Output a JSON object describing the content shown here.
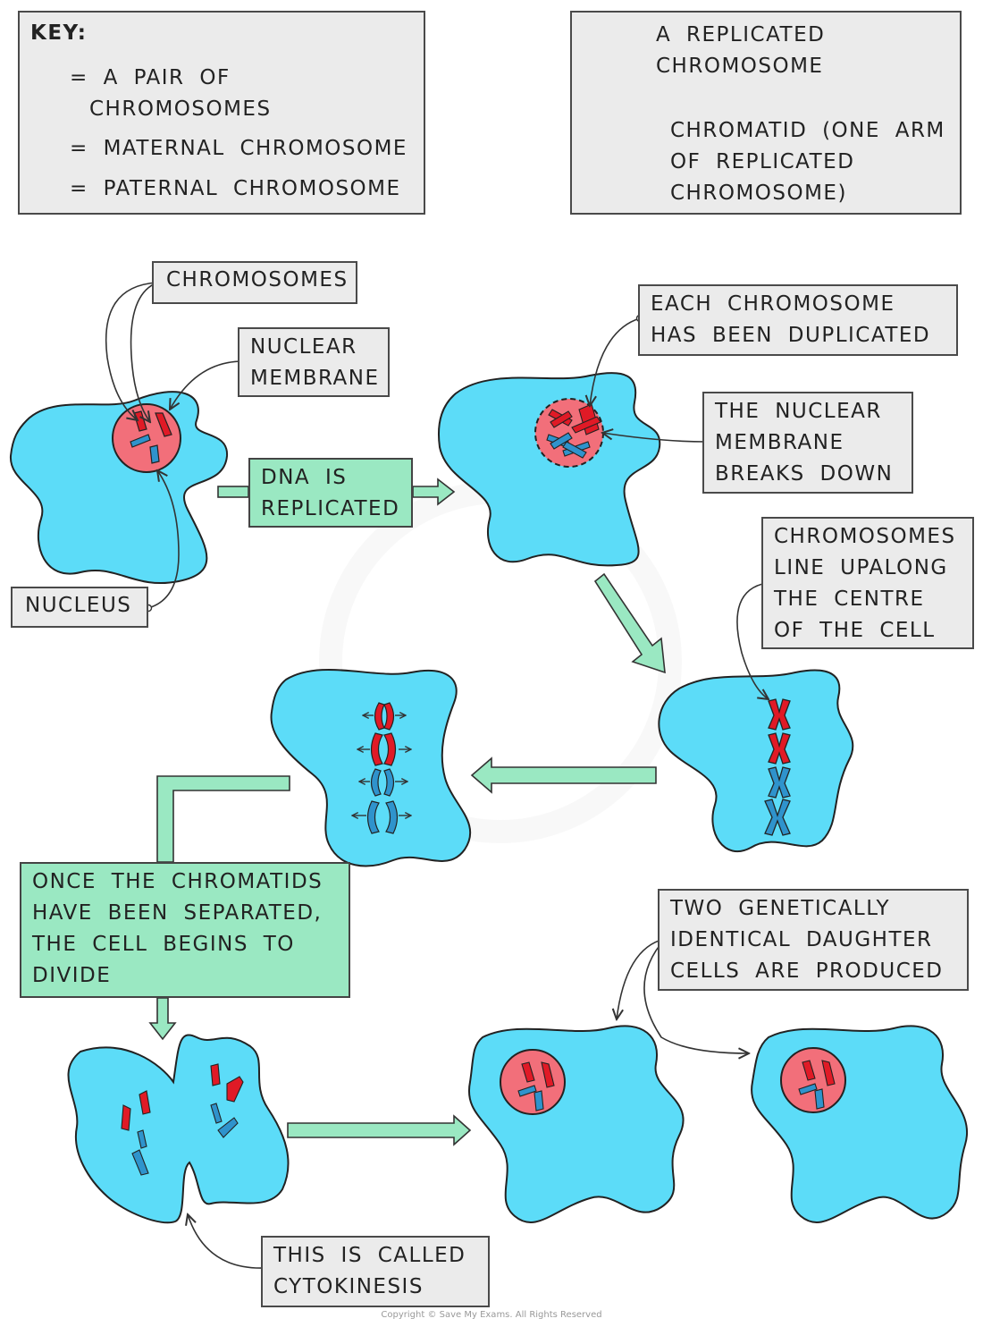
{
  "key": {
    "title": "KEY:",
    "pair_eq": "= A PAIR  OF",
    "pair_line2": "CHROMOSOMES",
    "maternal": "= MATERNAL  CHROMOSOME",
    "paternal": "= PATERNAL  CHROMOSOME"
  },
  "replicated_key": {
    "replicated_line1": "A REPLICATED",
    "replicated_line2": "CHROMOSOME",
    "chromatid_line1": "CHROMATID  (ONE ARM",
    "chromatid_line2": "OF  REPLICATED",
    "chromatid_line3": "CHROMOSOME)"
  },
  "labels": {
    "chromosomes": "CHROMOSOMES",
    "nuclear_membrane": "NUCLEAR\nMEMBRANE",
    "nucleus": "NUCLEUS",
    "dna_replicated": "DNA IS\nREPLICATED",
    "each_duplicated": "EACH  CHROMOSOME\nHAS  BEEN  DUPLICATED",
    "membrane_breaks": "THE  NUCLEAR\nMEMBRANE\nBREAKS  DOWN",
    "line_up": "CHROMOSOMES\nLINE  UPALONG\nTHE  CENTRE\nOF  THE  CELL",
    "chromatids_separated": "ONCE  THE  CHROMATIDS\nHAVE  BEEN  SEPARATED,\nTHE  CELL  BEGINS  TO\nDIVIDE",
    "two_identical": "TWO  GENETICALLY\nIDENTICAL  DAUGHTER\nCELLS  ARE  PRODUCED",
    "cytokinesis": "THIS  IS  CALLED\nCYTOKINESIS"
  },
  "footer": {
    "copyright": "Copyright © Save My Exams. All Rights Reserved"
  },
  "colors": {
    "cell": "#5cdcf8",
    "nucleus": "#f26f7a",
    "maternal": "#e01a26",
    "paternal": "#2f93cc",
    "arrow_fill": "#9ae8c2",
    "box_fill": "#ebebeb"
  }
}
